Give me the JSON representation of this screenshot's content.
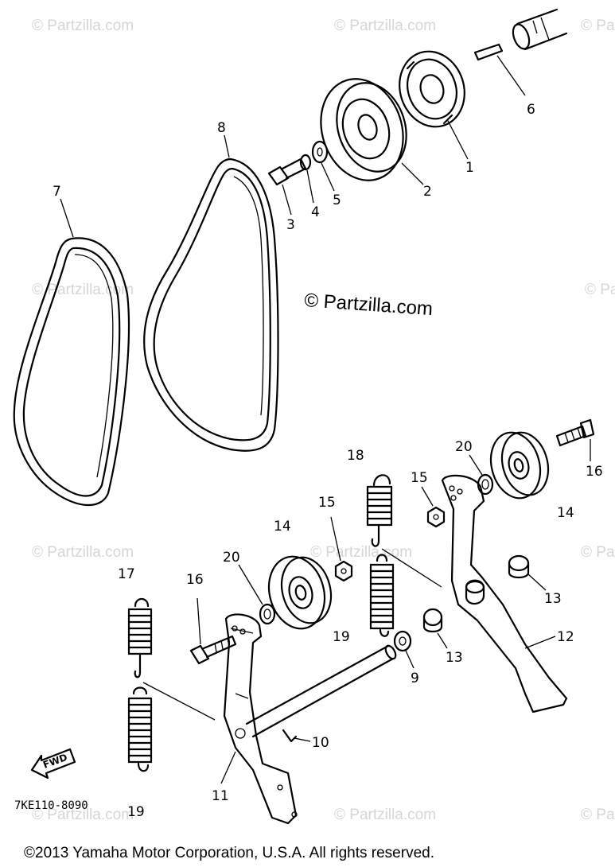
{
  "watermark": {
    "text": "© Partzilla.com",
    "main_text": "© Partzilla.com"
  },
  "diagram_code": "7KE110-8090",
  "copyright": "©2013 Yamaha Motor Corporation, U.S.A. All rights reserved.",
  "fwd_label": "FWD",
  "callouts": {
    "c1": "1",
    "c2": "2",
    "c3": "3",
    "c4": "4",
    "c5": "5",
    "c6": "6",
    "c7": "7",
    "c8": "8",
    "c9": "9",
    "c10": "10",
    "c11": "11",
    "c12": "12",
    "c13a": "13",
    "c13b": "13",
    "c14a": "14",
    "c14b": "14",
    "c15a": "15",
    "c15b": "15",
    "c16a": "16",
    "c16b": "16",
    "c17": "17",
    "c18": "18",
    "c19a": "19",
    "c19b": "19",
    "c20a": "20",
    "c20b": "20"
  }
}
